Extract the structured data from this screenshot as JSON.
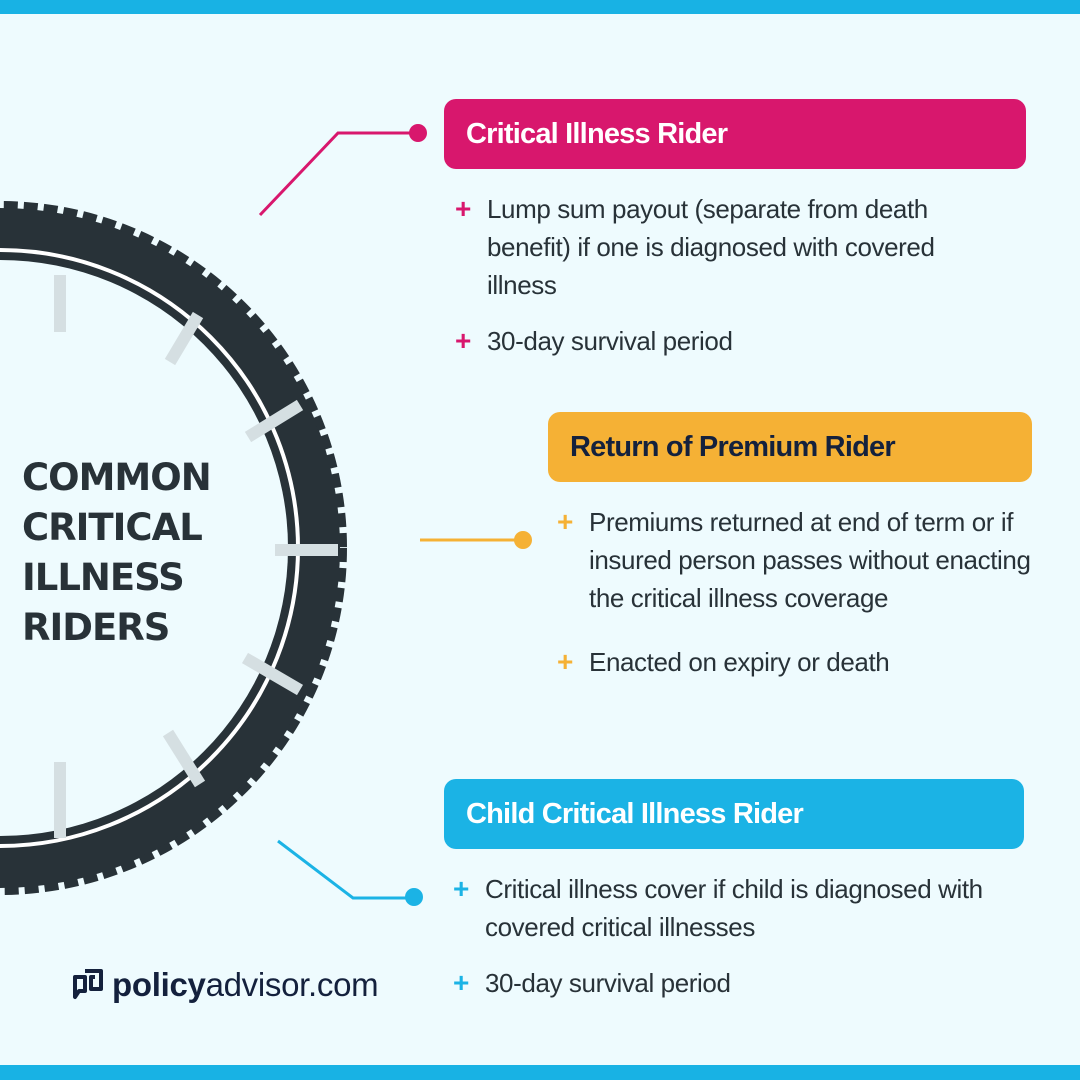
{
  "title": {
    "lines": [
      "COMMON",
      "CRITICAL",
      "ILLNESS",
      "RIDERS"
    ]
  },
  "colors": {
    "background": "#eefbfe",
    "band": "#18b2e4",
    "tire": "#283238",
    "pink": "#d8176d",
    "orange": "#f5b135",
    "blue": "#1bb3e5",
    "navy": "#14213d"
  },
  "riders": [
    {
      "name": "Critical Illness Rider",
      "color": "pink",
      "bullets": [
        "Lump sum payout (separate from death benefit) if one is diagnosed with covered illness",
        "30-day survival period"
      ]
    },
    {
      "name": "Return of Premium Rider",
      "color": "orange",
      "bullets": [
        "Premiums returned at end of term or if insured person passes without enacting the critical illness coverage",
        "Enacted on expiry or death"
      ]
    },
    {
      "name": "Child Critical Illness Rider",
      "color": "blue",
      "bullets": [
        "Critical illness cover if child is diagnosed with covered critical illnesses",
        "30-day survival period"
      ]
    }
  ],
  "bullet_icon": "+",
  "brand": {
    "bold": "policy",
    "regular": "advisor.com",
    "icon": "policyadvisor-logo-icon"
  }
}
